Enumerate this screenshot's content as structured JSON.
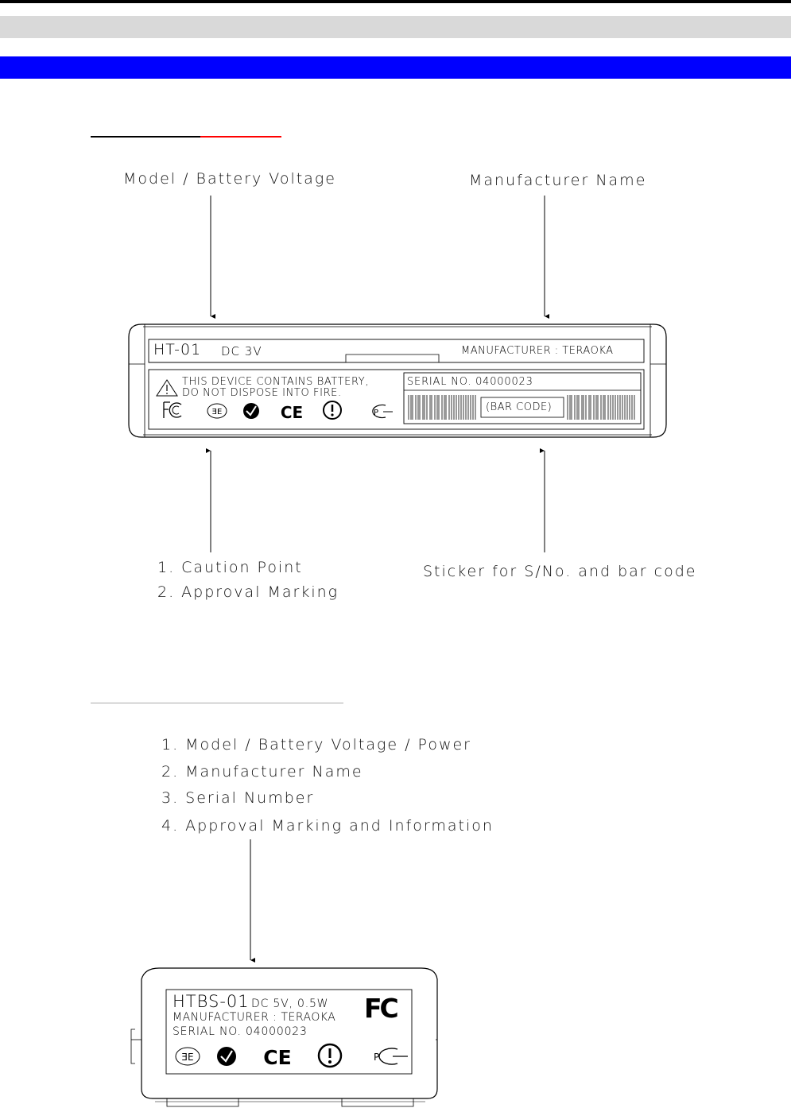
{
  "header": {
    "colors": {
      "top_rule": "#000000",
      "gray_band": "#d9d9d9",
      "blue_band": "#0000ff",
      "section1_underline_red": "#ff0000"
    }
  },
  "figure1": {
    "callouts": {
      "model_voltage": "Model / Battery Voltage",
      "manufacturer_name": "Manufacturer Name",
      "caution_point": "1. Caution Point",
      "approval_marking": "2. Approval Marking",
      "sticker": "Sticker for S/No. and bar code"
    },
    "device_label": {
      "model": "HT-01",
      "voltage": "DC 3V",
      "manufacturer": "MANUFACTURER : TERAOKA",
      "caution_line1": "THIS DEVICE CONTAINS BATTERY,",
      "caution_line2": "DO NOT DISPOSE INTO FIRE.",
      "serial": "SERIAL NO. 04000023",
      "barcode": "(BAR CODE)",
      "icons": [
        "fcc-icon",
        "dl-mark-icon",
        "c-tick-icon",
        "ce-mark-icon",
        "warning-circle-icon",
        "pct-mark-icon"
      ]
    }
  },
  "figure2": {
    "list": [
      "1. Model / Battery Voltage / Power",
      "2. Manufacturer Name",
      "3. Serial Number",
      "4. Approval Marking and Information"
    ],
    "device_label": {
      "model": "HTBS-01",
      "power": "DC 5V, 0.5W",
      "manufacturer": "MANUFACTURER : TERAOKA",
      "serial": "SERIAL NO. 04000023",
      "fcc": "FC",
      "icons": [
        "dl-mark-icon",
        "c-tick-icon",
        "ce-mark-icon",
        "warning-circle-icon",
        "pct-mark-icon"
      ]
    }
  }
}
